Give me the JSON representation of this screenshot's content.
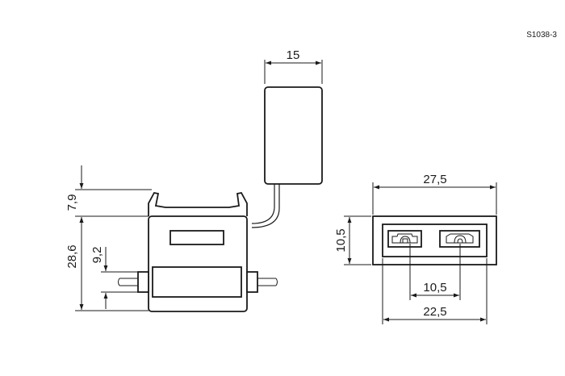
{
  "drawing": {
    "reference": "S1038-3",
    "dimensions": {
      "cap_width": "15",
      "top_height": "7,9",
      "body_height": "28,6",
      "terminal_height": "9,2",
      "front_width": "27,5",
      "front_height": "10,5",
      "contact_spacing": "10,5",
      "contact_span": "22,5"
    }
  },
  "colors": {
    "line": "#1a1a1a",
    "background": "#ffffff"
  }
}
